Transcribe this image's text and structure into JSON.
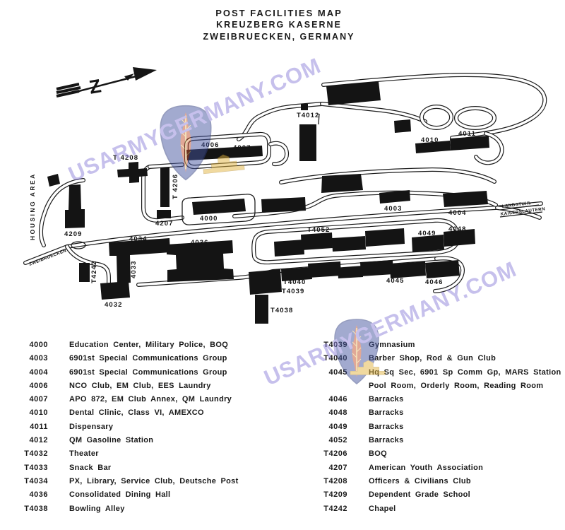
{
  "title": {
    "line1": "POST FACILITIES MAP",
    "line2": "KREUZBERG KASERNE",
    "line3": "ZWEIBRUECKEN, GERMANY"
  },
  "compass": {
    "north_glyph": "Z"
  },
  "map_labels": {
    "t4012": "T4012",
    "b4006": "4006",
    "b4007": "4007",
    "b4010": "4010",
    "b4011": "4011",
    "b4003": "4003",
    "b4004": "4004",
    "b4000": "4000",
    "t4208": "T 4208",
    "t4206": "T 4206",
    "b4207": "4207",
    "b4209": "4209",
    "b4034": "4034",
    "b4033": "4033",
    "b4036": "4036",
    "b4032": "4032",
    "t4242": "T4242",
    "t4052": "T4052",
    "b4049": "4049",
    "b4048": "4048",
    "t4040": "T4040",
    "t4039": "T4039",
    "t4038": "T4038",
    "b4045": "4045",
    "b4046": "4046",
    "housing_area": "HOUSING AREA",
    "zweibruecken": "ZWEIBRUECKEN",
    "landstuhl": "LANDSTUHL",
    "kaiserslautern": "KAISERSLAUTERN"
  },
  "watermark": {
    "text": "USARMYGERMANY.COM",
    "color": "#8d80d8"
  },
  "legend": {
    "left": [
      {
        "num": "4000",
        "desc": "Education Center, Military Police, BOQ"
      },
      {
        "num": "4003",
        "desc": "6901st Special Communications Group"
      },
      {
        "num": "4004",
        "desc": "6901st Special Communications Group"
      },
      {
        "num": "4006",
        "desc": "NCO Club, EM Club, EES Laundry"
      },
      {
        "num": "4007",
        "desc": "APO 872, EM Club Annex, QM Laundry"
      },
      {
        "num": "4010",
        "desc": "Dental Clinic, Class VI, AMEXCO"
      },
      {
        "num": "4011",
        "desc": "Dispensary"
      },
      {
        "num": "4012",
        "desc": "QM Gasoline Station"
      },
      {
        "num": "T4032",
        "desc": "Theater"
      },
      {
        "num": "T4033",
        "desc": "Snack Bar"
      },
      {
        "num": "T4034",
        "desc": "PX, Library, Service Club, Deutsche Post"
      },
      {
        "num": "4036",
        "desc": "Consolidated Dining Hall"
      },
      {
        "num": "T4038",
        "desc": "Bowling Alley"
      }
    ],
    "right": [
      {
        "num": "T4039",
        "desc": "Gymnasium"
      },
      {
        "num": "T4040",
        "desc": "Barber Shop, Rod & Gun Club"
      },
      {
        "num": "4045",
        "desc": "Hq Sq Sec, 6901 Sp Comm Gp, MARS Station",
        "desc2": "Pool Room, Orderly Room, Reading Room"
      },
      {
        "num": "4046",
        "desc": "Barracks"
      },
      {
        "num": "4048",
        "desc": "Barracks"
      },
      {
        "num": "4049",
        "desc": "Barracks"
      },
      {
        "num": "4052",
        "desc": "Barracks"
      },
      {
        "num": "T4206",
        "desc": "BOQ"
      },
      {
        "num": "4207",
        "desc": "American Youth Association"
      },
      {
        "num": "T4208",
        "desc": "Officers & Civilians Club"
      },
      {
        "num": "T4209",
        "desc": "Dependent Grade School"
      },
      {
        "num": "T4242",
        "desc": "Chapel"
      }
    ]
  }
}
